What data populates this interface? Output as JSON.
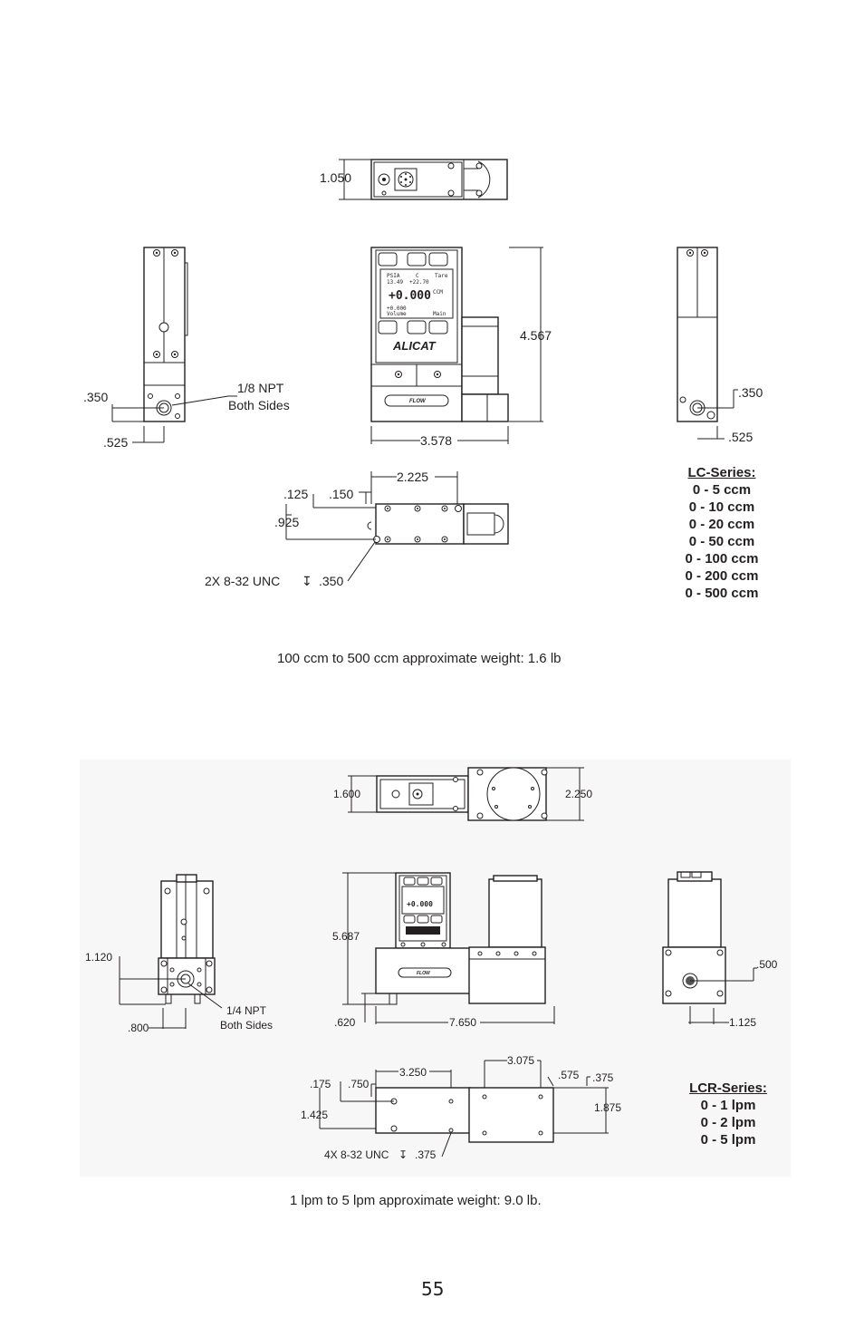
{
  "lc_drawing": {
    "dims": {
      "top_height": "1.050",
      "height": "4.567",
      "width": "3.578",
      "left_port_height": ".350",
      "left_port_offset": ".525",
      "right_port_height": ".350",
      "right_port_offset": ".525",
      "bottom_holes_span": "2.225",
      "bottom_offset_a": ".125",
      "bottom_offset_b": ".150",
      "bottom_depth": ".925",
      "thread_callout": "2X 8-32 UNC",
      "thread_depth": ".350"
    },
    "port_note_line1": "1/8 NPT",
    "port_note_line2": "Both Sides",
    "display": {
      "row1_left": "PSIA",
      "row1_mid": "C",
      "row1_right": "Tare",
      "row2_left": "13.49",
      "row2_mid": "+22.70",
      "main_value": "+0.000",
      "main_unit": "CCM",
      "row4_left": "+0.000",
      "row4_left2": "Volume",
      "row4_right": "Main",
      "logo": "ALICAT",
      "flow_label": "FLOW"
    }
  },
  "lc_series": {
    "title": "LC-Series:",
    "ranges": [
      "0 - 5 ccm",
      "0 - 10 ccm",
      "0 - 20 ccm",
      "0 - 50 ccm",
      "0 - 100 ccm",
      "0 - 200 ccm",
      "0 - 500 ccm"
    ]
  },
  "lc_caption": "100 ccm to 500 ccm approximate weight: 1.6 lb",
  "lcr_drawing": {
    "dims": {
      "top_height": "1.600",
      "top_right_height": "2.250",
      "left_height": "1.120",
      "left_offset": ".800",
      "height": "5.687",
      "foot_height": ".620",
      "width": "7.650",
      "right_port_height": ".500",
      "right_port_offset": "1.125",
      "bottom_a": ".175",
      "bottom_b": ".750",
      "bottom_span_left": "3.250",
      "bottom_span_right": "3.075",
      "bottom_c": ".575",
      "bottom_d": ".375",
      "bottom_depth_left": "1.425",
      "bottom_depth_right": "1.875",
      "thread_callout": "4X 8-32 UNC",
      "thread_depth": ".375"
    },
    "port_note_line1": "1/4 NPT",
    "port_note_line2": "Both Sides",
    "flow_label": "FLOW"
  },
  "lcr_series": {
    "title": "LCR-Series:",
    "ranges": [
      "0 - 1 lpm",
      "0 - 2 lpm",
      "0 - 5 lpm"
    ]
  },
  "lcr_caption": "1 lpm to  5 lpm approximate weight: 9.0 lb.",
  "page_number": "55"
}
